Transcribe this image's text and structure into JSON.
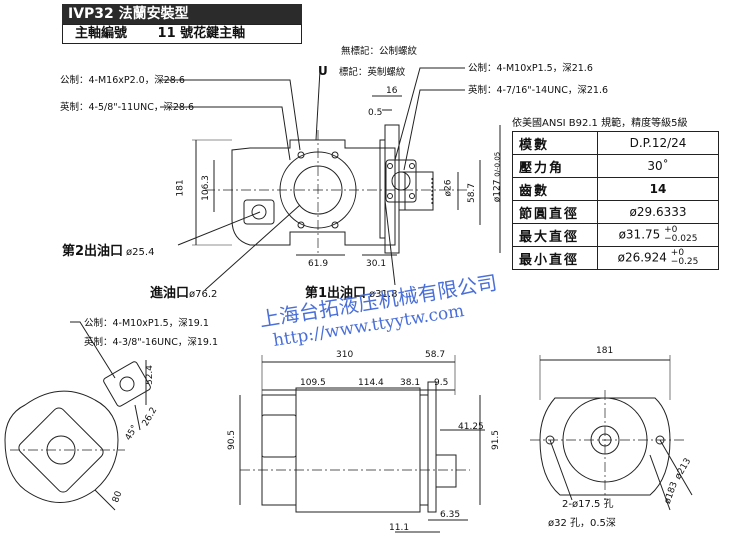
{
  "header": {
    "title": "IVP32 法蘭安裝型",
    "shaft_label": "主軸編號",
    "shaft_value": "11 號花鍵主軸"
  },
  "thread_legend": {
    "unmarked": "無標記：公制螺紋",
    "u_prefix": "U",
    "u_marked": "標記：英制螺紋"
  },
  "callouts": {
    "outlet2_metric": "公制：4-M16xP2.0，深28.6",
    "outlet2_imperial": "英制：4-5/8\"-11UNC，深28.6",
    "outlet1_metric": "公制：4-M10xP1.5，深21.6",
    "outlet1_imperial": "英制：4-7/16\"-14UNC，深21.6",
    "inlet_metric": "公制：4-M10xP1.5，深19.1",
    "inlet_imperial": "英制：4-3/8\"-16UNC，深19.1",
    "outlet2_label": "第2出油口",
    "outlet2_dia": "ø25.4",
    "inlet_label": "進油口",
    "inlet_dia": "ø76.2",
    "outlet1_label": "第1出油口",
    "outlet1_dia": "ø31.8",
    "holes": "2-ø17.5 孔",
    "counterbore": "ø32 孔，0.5深"
  },
  "spec": {
    "caption": "依美國ANSI  B92.1 規範，精度等級5級",
    "rows": [
      {
        "key": "模數",
        "value": "D.P.12/24"
      },
      {
        "key": "壓力角",
        "value": "30˚"
      },
      {
        "key": "齒數",
        "value": "14"
      },
      {
        "key": "節圓直徑",
        "value": "ø29.6333"
      },
      {
        "key": "最大直徑",
        "value": "ø31.75",
        "tol_upper": "+0",
        "tol_lower": "−0.025"
      },
      {
        "key": "最小直徑",
        "value": "ø26.924",
        "tol_upper": "+0",
        "tol_lower": "−0.25"
      }
    ]
  },
  "dimensions": {
    "d16": "16",
    "d0_5": "0.5",
    "d181_left": "181",
    "d106_3": "106.3",
    "d26": "ø26",
    "d58_7_side": "58.7",
    "d127": "ø127",
    "d127_tol": "0/-0.05",
    "d61_9": "61.9",
    "d30_1": "30.1",
    "d52_4": "52.4",
    "d26_2": "26.2",
    "d45": "45°",
    "d80": "80",
    "d310": "310",
    "d58_7_top": "58.7",
    "d109_5": "109.5",
    "d114_4": "114.4",
    "d38_1": "38.1",
    "d9_5": "9.5",
    "d90_5": "90.5",
    "d41_25": "41.25",
    "d91_5": "91.5",
    "d6_35": "6.35",
    "d11_1": "11.1",
    "d181_right": "181",
    "d213": "ø213",
    "d183": "ø183"
  },
  "watermark": {
    "company": "上海台拓液压机械有限公司",
    "url": "http://www.ttyytw.com"
  },
  "colors": {
    "line": "#222222",
    "title_bg": "#2b2b2b",
    "watermark": "#4a6fd8"
  }
}
